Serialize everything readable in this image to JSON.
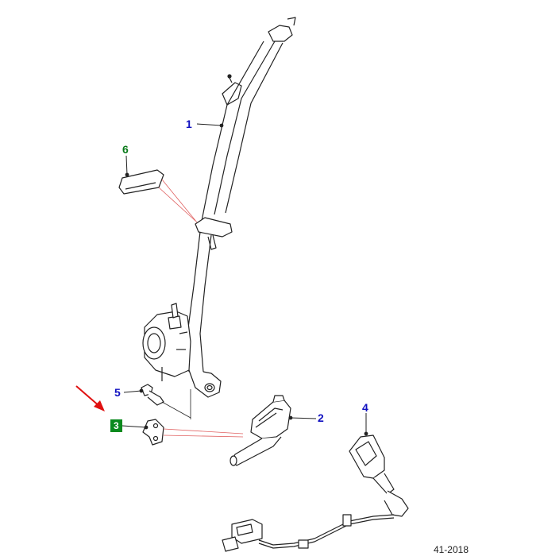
{
  "callouts": {
    "c1": "1",
    "c2": "2",
    "c3": "3",
    "c4": "4",
    "c5": "5",
    "c6": "6"
  },
  "figure_id": "41-2018",
  "colors": {
    "line": "#222222",
    "callout_blue": "#1010c0",
    "callout_green": "#0a7a1a",
    "highlight_box": "#0a8a1e",
    "pointer_arrow": "#e01010",
    "leader_red": "#e06060"
  }
}
